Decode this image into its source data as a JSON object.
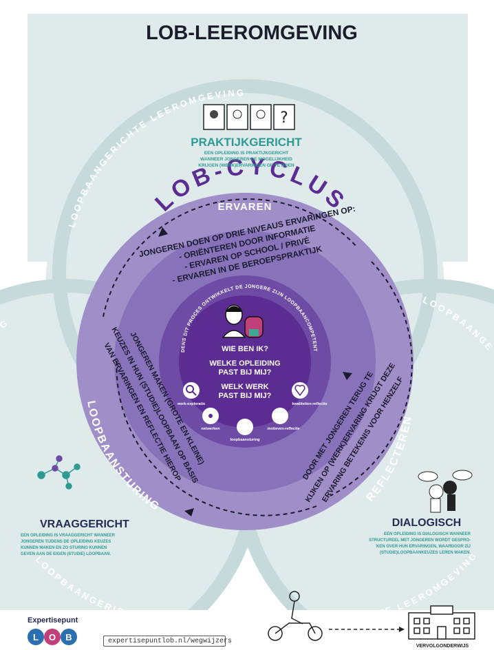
{
  "title": "LOB-LEEROMGEVING",
  "ring_text": {
    "top": "LOOPBAANGERICHTE LEEROMGEVING",
    "top_left_partial": "LOOPBAANGERICHTE LEEROMGEVING",
    "left_partial": "LEEROMGEVING",
    "right_partial": "LOOPBAANGE",
    "bottom_left": "LOOPBAANGERICHTE LEEROMGEVING",
    "bottom_right": "LOOPBAANGERICHTE LEEROMGEVING"
  },
  "praktijk": {
    "title": "PRAKTIJKGERICHT",
    "desc": [
      "EEN OPLEIDING IS PRAKTIJKGERICHT",
      "WANNEER JONGEREN DE MOGELIJKHEID",
      "KRIJGEN (WERK)ERVARINGEN OP TE DOEN"
    ]
  },
  "vraag": {
    "title": "VRAAGGERICHT",
    "desc": [
      "EEN OPLEIDING IS VRAAGGERICHT WANNEER",
      "JONGEREN TIJDENS DE OPLEIDING KEUZES",
      "KUNNEN MAKEN EN ZO STURING KUNNEN",
      "GEVEN AAN DE EIGEN (STUDIE) LOOPBAAN."
    ]
  },
  "dialoog": {
    "title": "DIALOGISCH",
    "desc": [
      "EEN OPLEIDING IS DIALOGISCH WANNEER",
      "STRUCTUREEL MET JONGEREN WORDT GESPRO-",
      "KEN OVER HUN ERVARINGEN, WAARDOOR ZIJ",
      "(STUDIE)LOOPBAANKEUZES LEREN MAKEN."
    ]
  },
  "cyclus": {
    "title": "LOB-CYCLUS",
    "ervaren": "ERVAREN",
    "ervaren_text": [
      "JONGEREN DOEN OP DRIE NIVEAUS ERVARINGEN OP:",
      "- ORIËNTEREN DOOR INFORMATIE",
      "- ERVAREN OP SCHOOL / PRIVÉ",
      "- ERVAREN IN DE BEROEPSPRAKTIJK"
    ],
    "sturing": "LOOPBAANSTURING",
    "sturing_text": [
      "JONGEREN MAKEN (GROTE EN KLEINE)",
      "KEUZES IN HUN (STUDIE)LOOPBAAN OP BASIS",
      "VAN ERVARINGEN EN REFLECTIE HIEROP"
    ],
    "reflecteren": "REFLECTEREN",
    "reflecteren_text": [
      "DOOR MET JONGEREN TERUG TE",
      "KIJKEN OP (WERK)ERVARING KRIJGT DEZE",
      "ERVARING BETEKENIS VOOR HENZELF"
    ]
  },
  "core": {
    "arc_text": "TIJDENS DIT PROCES ONTWIKKELT DE JONGERE ZIJN LOOPBAANCOMPETENTIES",
    "questions": [
      "WIE BEN IK?",
      "WELKE OPLEIDING",
      "PAST BIJ MIJ?",
      "WELK WERK",
      "PAST BIJ MIJ?"
    ],
    "competences": [
      "werk-exploratie",
      "netwerken",
      "loopbaansturing",
      "motieven-reflectie",
      "kwaliteiten-reflectie"
    ]
  },
  "footer": {
    "brand": "Expertisepunt",
    "logo": "LOB",
    "url": "expertisepuntlob.nl/wegwijzers",
    "destination": "VERVOLGONDERWIJS"
  },
  "colors": {
    "background_circle": "#dfeaea",
    "ring_band": "#c6dadb",
    "outer_purple": "#9f8ec7",
    "middle_purple": "#8873bb",
    "inner_purple": "#6e4ca5",
    "core_purple": "#5b2c91",
    "navy": "#232c55",
    "teal": "#2e9a93",
    "lob_logo": "#2c6fb0"
  }
}
